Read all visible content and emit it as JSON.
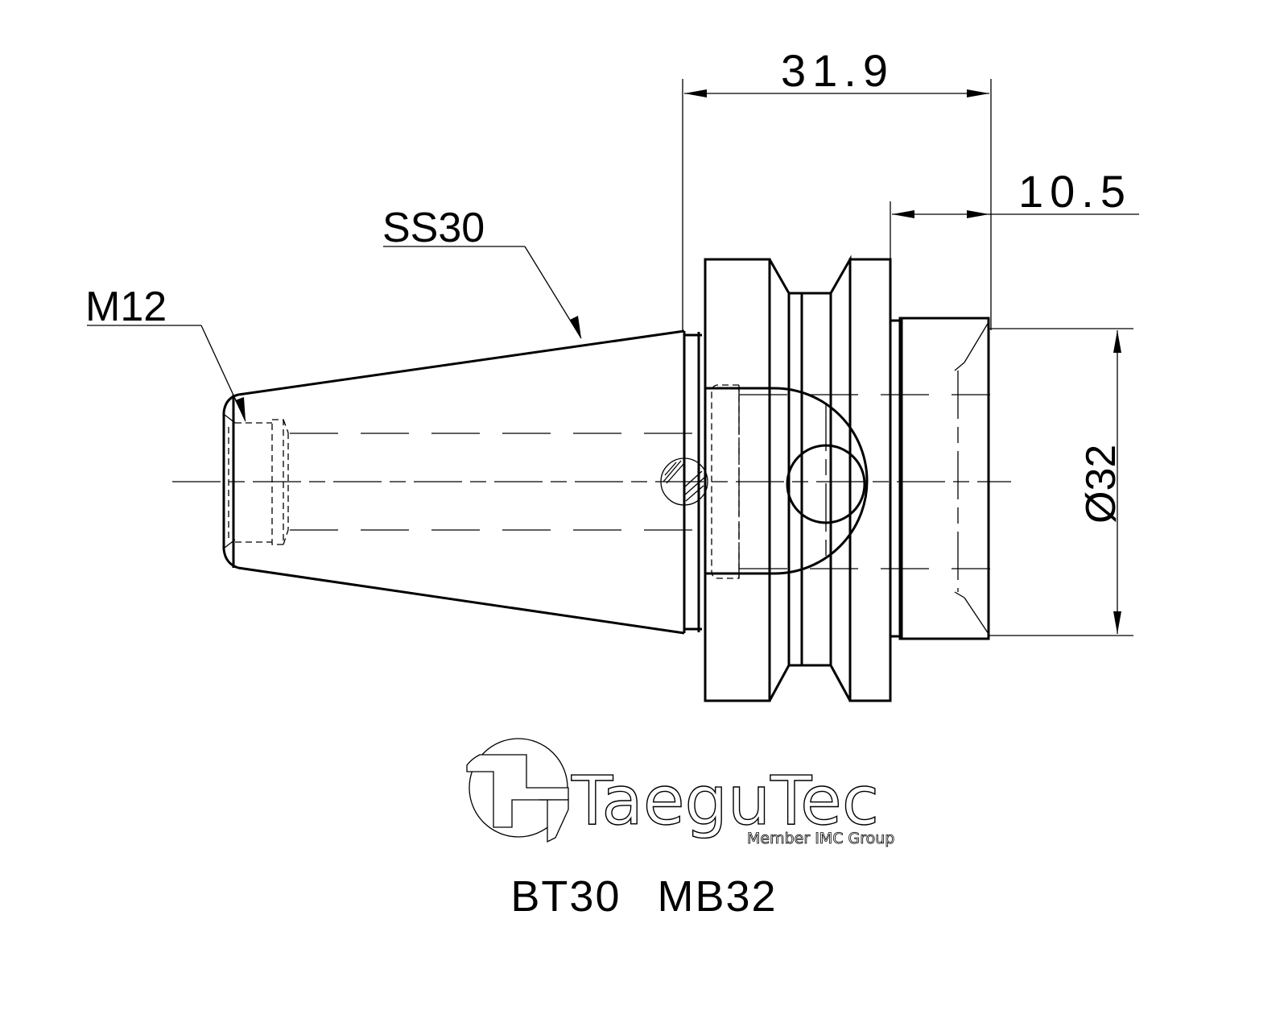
{
  "drawing": {
    "title_line": [
      "BT30",
      "MB32"
    ],
    "dimensions": {
      "overall_length": "31.9",
      "flange_to_end": "10.5",
      "diameter": "Ø32"
    },
    "callouts": {
      "thread": "M12",
      "taper_standard": "SS30"
    },
    "logo": {
      "brand": "TaeguTec",
      "tagline": "Member IMC Group"
    },
    "colors": {
      "line": "#000000",
      "background": "#ffffff"
    }
  }
}
